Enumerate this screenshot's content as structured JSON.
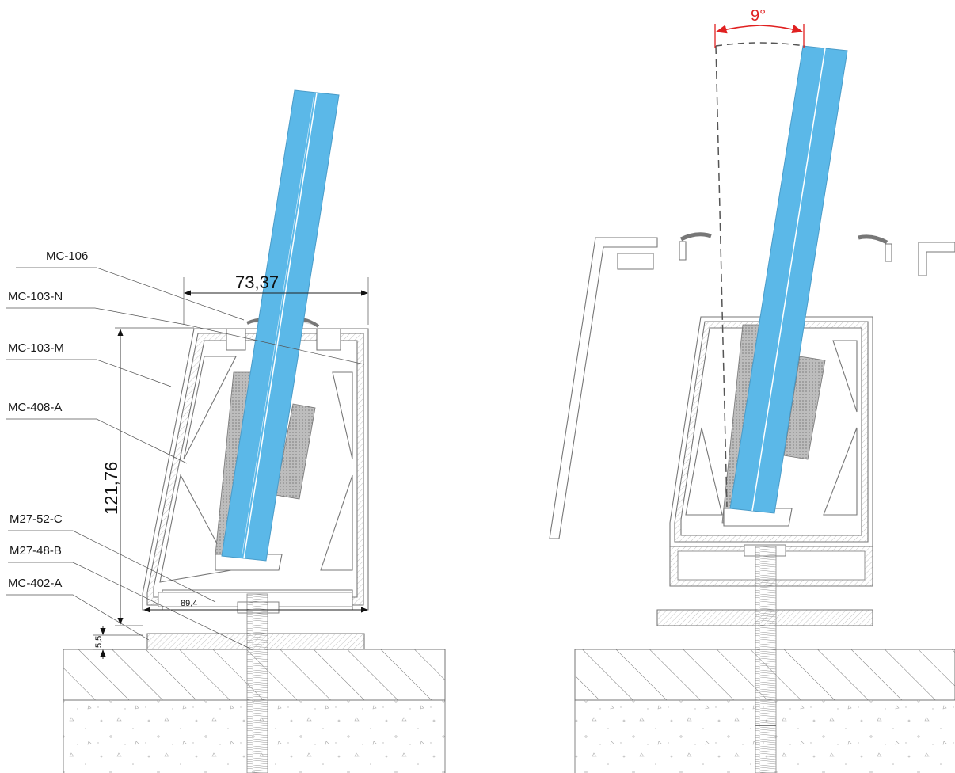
{
  "labels": [
    "MC-106",
    "MC-103-N",
    "MC-103-M",
    "MC-408-A",
    "M27-52-C",
    "M27-48-B",
    "MC-402-A"
  ],
  "dimensions": {
    "width": "73,37",
    "height": "121,76",
    "inner_width": "89,4",
    "base_gap": "5,5"
  },
  "angle": "9°",
  "colors": {
    "glass": "#5bb8e8",
    "angle_mark": "#e02020",
    "line": "#777777"
  }
}
